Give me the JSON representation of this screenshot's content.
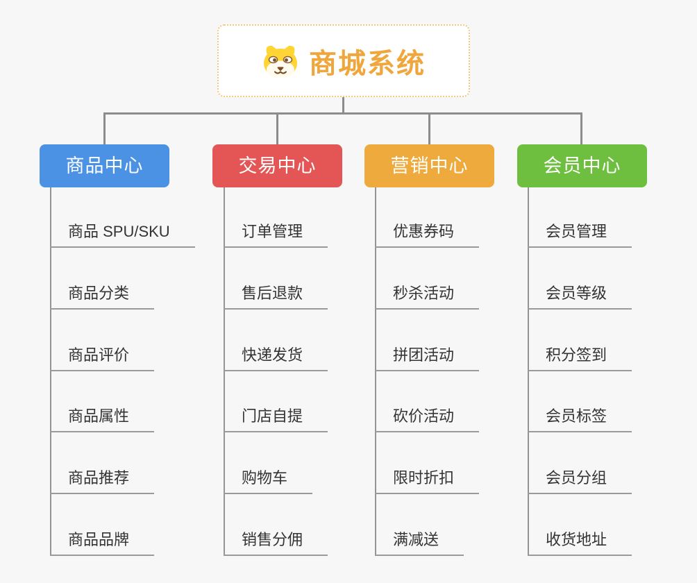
{
  "page": {
    "background_color": "#f7f7f7",
    "connector_color": "#8c8c8c",
    "leaf_text_color": "#333333",
    "leaf_line_color": "#9a9a9a"
  },
  "root": {
    "title": "商城系统",
    "icon": "dog-face-icon",
    "title_color": "#efa63c",
    "border_color": "#f4c87e"
  },
  "branches": [
    {
      "label": "商品中心",
      "color": "#4b92e5",
      "items": [
        "商品 SPU/SKU",
        "商品分类",
        "商品评价",
        "商品属性",
        "商品推荐",
        "商品品牌"
      ]
    },
    {
      "label": "交易中心",
      "color": "#e45656",
      "items": [
        "订单管理",
        "售后退款",
        "快递发货",
        "门店自提",
        "购物车",
        "销售分佣"
      ]
    },
    {
      "label": "营销中心",
      "color": "#efaa3d",
      "items": [
        "优惠券码",
        "秒杀活动",
        "拼团活动",
        "砍价活动",
        "限时折扣",
        "满减送"
      ]
    },
    {
      "label": "会员中心",
      "color": "#6ebe40",
      "items": [
        "会员管理",
        "会员等级",
        "积分签到",
        "会员标签",
        "会员分组",
        "收货地址"
      ]
    }
  ]
}
